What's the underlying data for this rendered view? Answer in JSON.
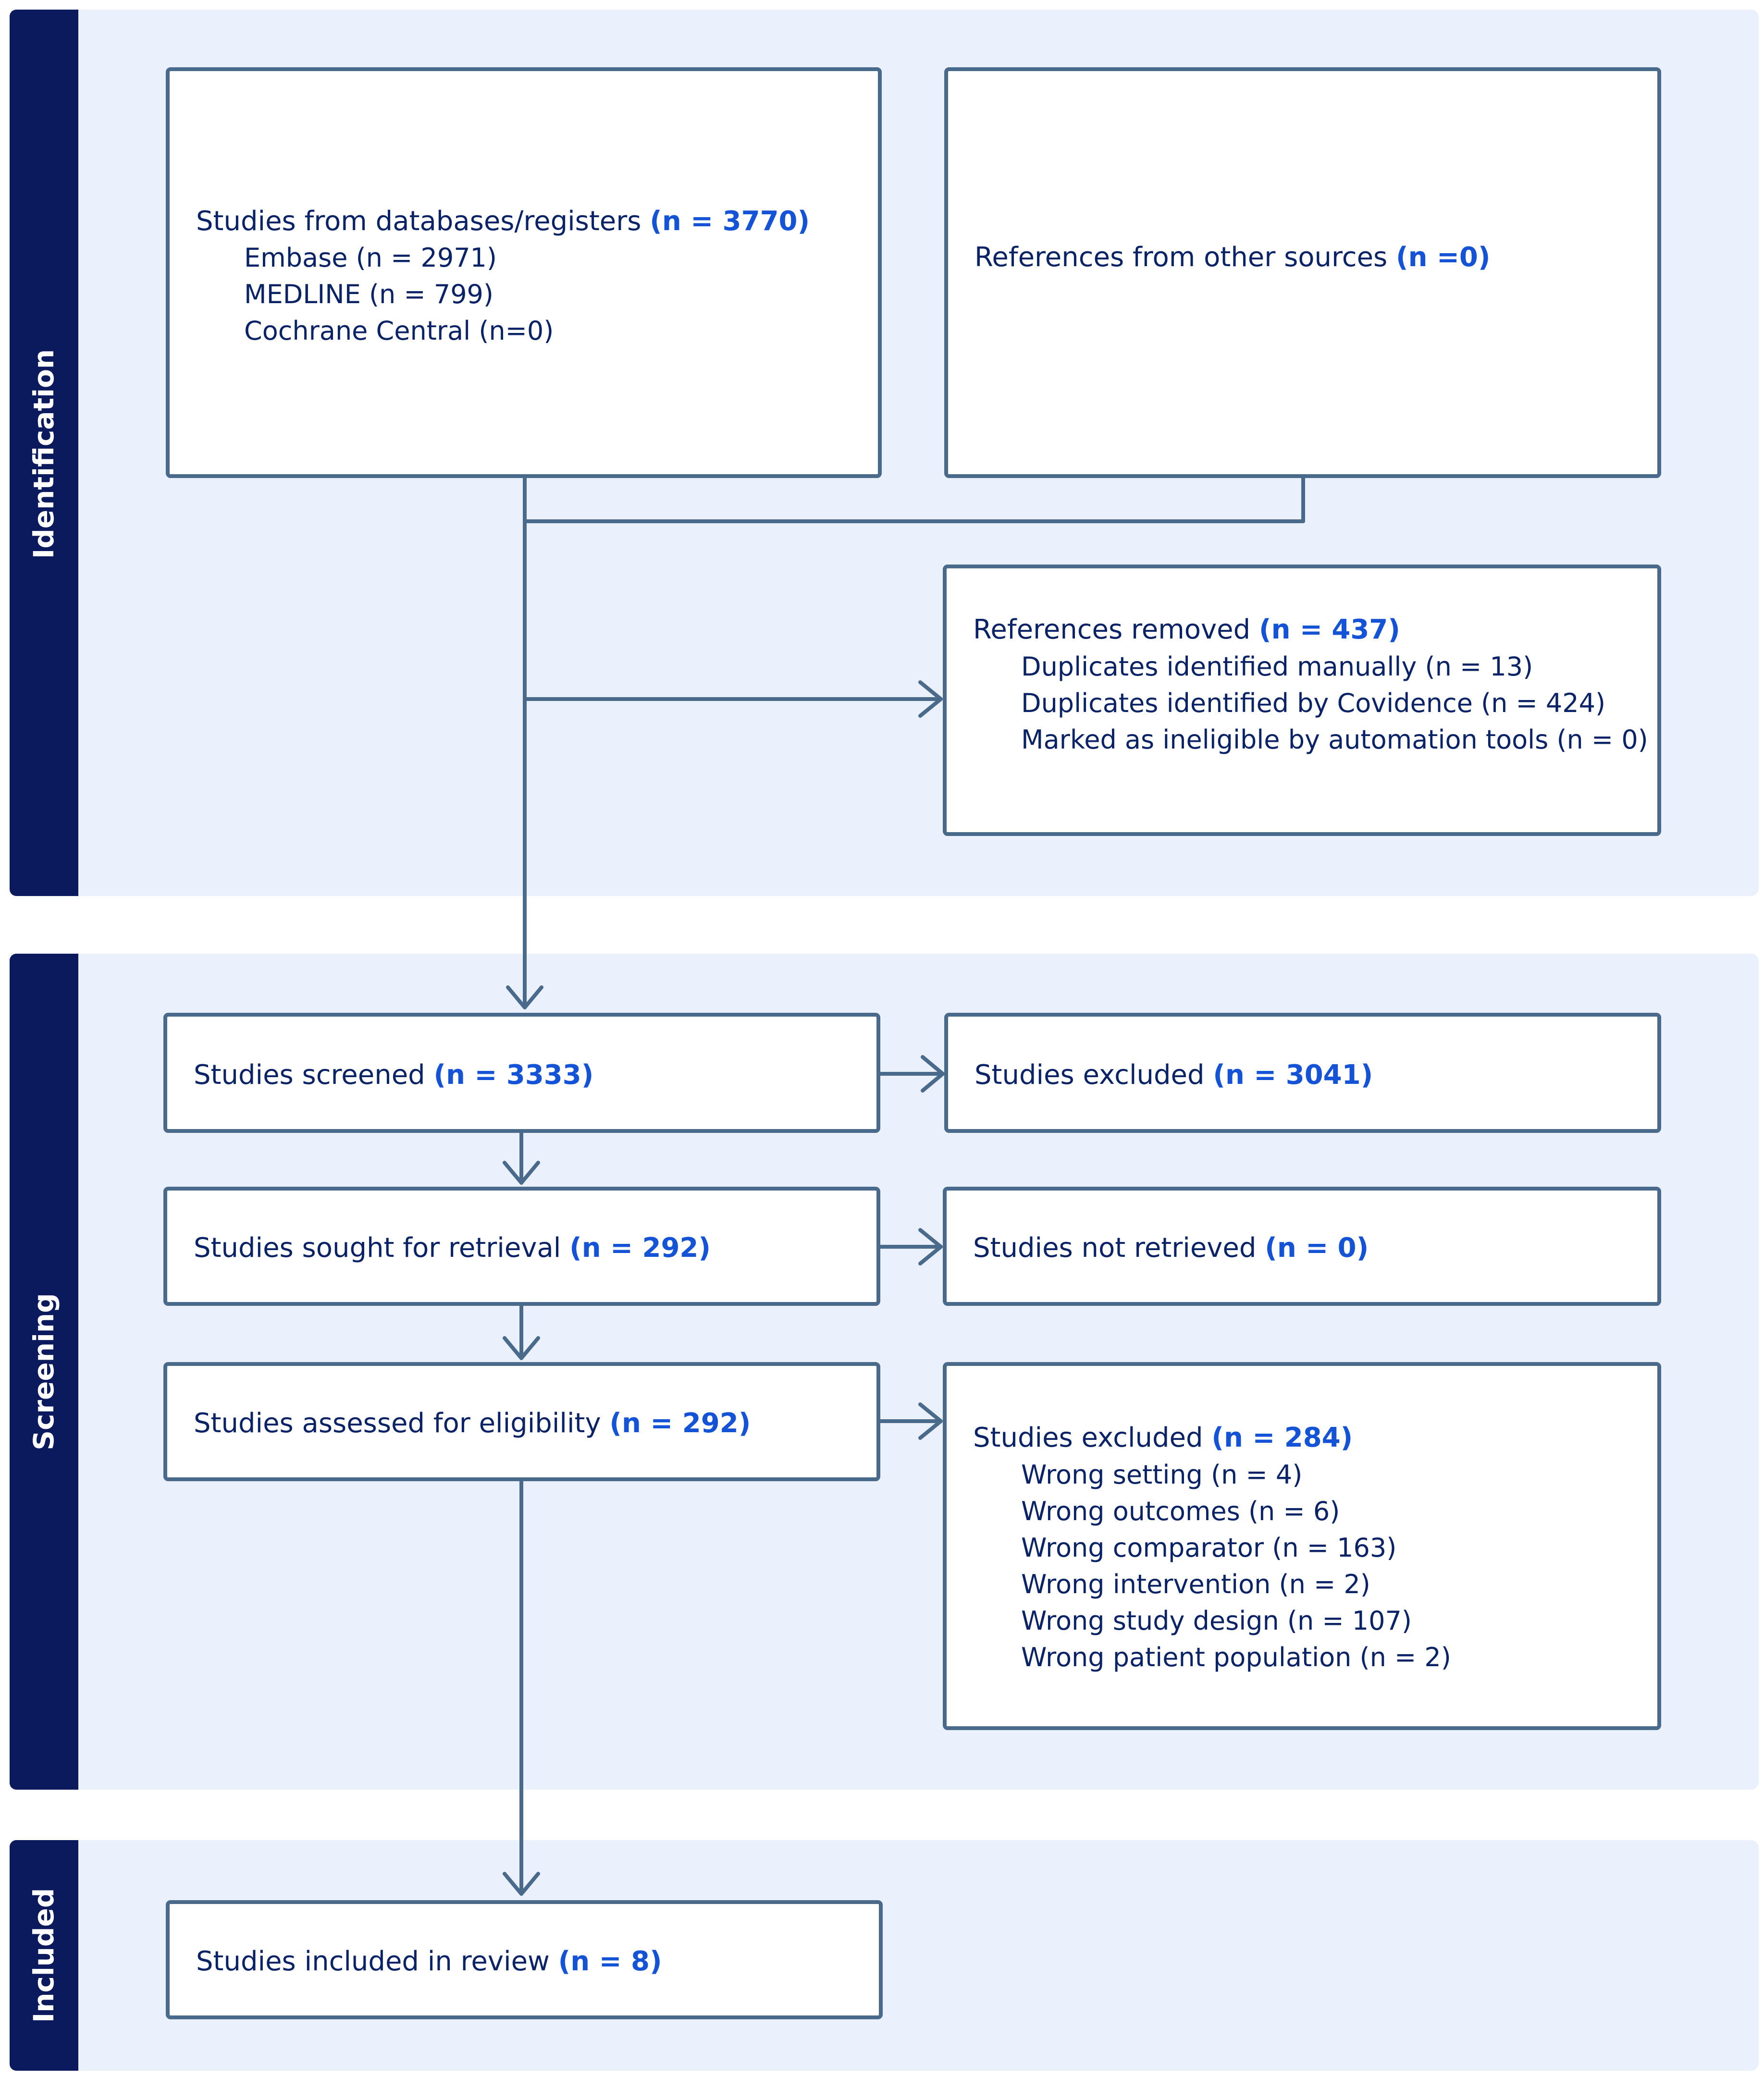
{
  "phases": {
    "identification": "Identification",
    "screening": "Screening",
    "included": "Included"
  },
  "identification": {
    "databases": {
      "label": "Studies from databases/registers",
      "n": "(n = 3770)",
      "sources": [
        "Embase (n = 2971)",
        "MEDLINE (n = 799)",
        "Cochrane Central (n=0)"
      ]
    },
    "other_sources": {
      "label": "References from other sources",
      "n": "(n =0)"
    },
    "removed": {
      "label": "References removed",
      "n": "(n = 437)",
      "items": [
        "Duplicates identified manually (n = 13)",
        "Duplicates identified by Covidence (n = 424)",
        "Marked as ineligible by automation tools (n = 0)"
      ]
    }
  },
  "screening": {
    "screened": {
      "label": "Studies screened",
      "n": "(n = 3333)"
    },
    "excluded": {
      "label": "Studies excluded",
      "n": "(n = 3041)"
    },
    "sought": {
      "label": "Studies sought for retrieval",
      "n": "(n = 292)"
    },
    "not_retrieved": {
      "label": "Studies not retrieved",
      "n": "(n = 0)"
    },
    "assessed": {
      "label": "Studies assessed for eligibility",
      "n": "(n = 292)"
    },
    "excluded_full": {
      "label": "Studies excluded",
      "n": "(n = 284)",
      "reasons": [
        "Wrong setting (n = 4)",
        "Wrong outcomes (n = 6)",
        "Wrong comparator (n = 163)",
        "Wrong intervention (n = 2)",
        "Wrong study design (n = 107)",
        "Wrong patient population (n = 2)"
      ]
    }
  },
  "included": {
    "label": "Studies included in review",
    "n": "(n = 8)"
  },
  "colors": {
    "panel": "#eaf1fc",
    "phase_bar": "#0a1a5c",
    "text": "#0a2366",
    "count": "#1553d6",
    "connector": "#4a6a8c"
  }
}
